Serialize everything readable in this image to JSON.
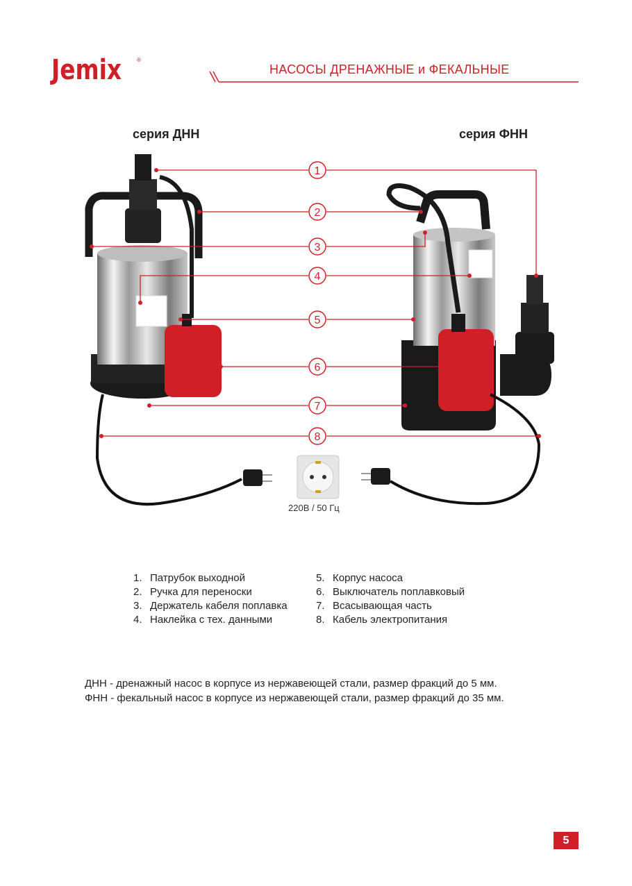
{
  "header": {
    "logo": "Jemix",
    "logo_reg": "®",
    "title": "НАСОСЫ ДРЕНАЖНЫЕ и ФЕКАЛЬНЫЕ"
  },
  "series": {
    "left": "серия ДНН",
    "right": "серия ФНН"
  },
  "callouts": [
    "1",
    "2",
    "3",
    "4",
    "5",
    "6",
    "7",
    "8"
  ],
  "socket_caption": "220В / 50 Гц",
  "legend": {
    "col1": [
      {
        "num": "1.",
        "text": "Патрубок выходной"
      },
      {
        "num": "2.",
        "text": "Ручка для переноски"
      },
      {
        "num": "3.",
        "text": "Держатель кабеля поплавка"
      },
      {
        "num": "4.",
        "text": "Наклейка с тех. данными"
      }
    ],
    "col2": [
      {
        "num": "5.",
        "text": "Корпус насоса"
      },
      {
        "num": "6.",
        "text": "Выключатель поплавковый"
      },
      {
        "num": "7.",
        "text": "Всасывающая часть"
      },
      {
        "num": "8.",
        "text": "Кабель электропитания"
      }
    ]
  },
  "description": [
    "ДНН - дренажный насос в корпусе из нержавеющей стали, размер фракций до 5 мм.",
    "ФНН - фекальный насос в корпусе из нержавеющей стали, размер фракций до 35 мм."
  ],
  "page_number": "5",
  "colors": {
    "brand": "#d11f27",
    "text": "#222222"
  }
}
